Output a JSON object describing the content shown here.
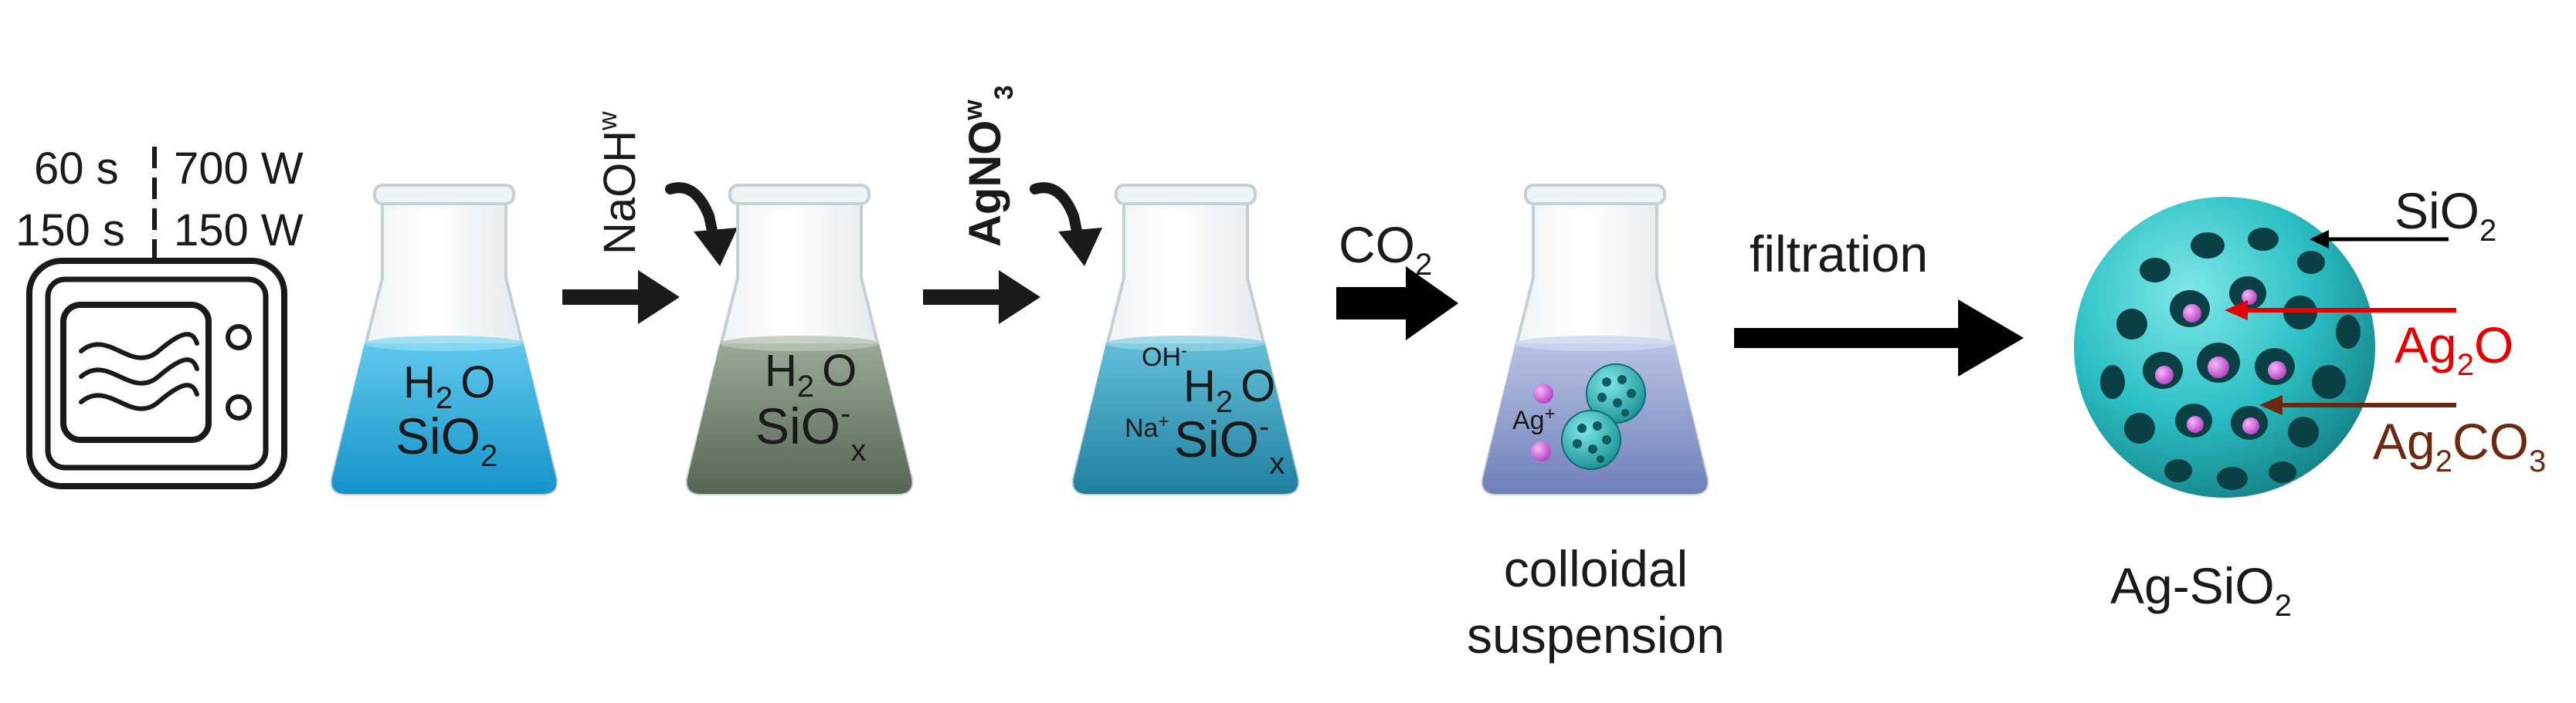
{
  "microwave": {
    "time_1": "60 s",
    "power_1": "700 W",
    "time_2": "150 s",
    "power_2": "150 W"
  },
  "flask_1": {
    "water": "H",
    "water_sub": "2",
    "water_o": "O",
    "species": "SiO",
    "species_sub": "2"
  },
  "reagent_1": {
    "base": "NaOH",
    "sup": "w"
  },
  "flask_2": {
    "water": "H",
    "water_sub": "2",
    "water_o": "O",
    "species": "SiO",
    "species_sup": "-",
    "species_sub": "x"
  },
  "reagent_2": {
    "base": "AgNO",
    "sup": "w",
    "sub": "3"
  },
  "flask_3": {
    "hydroxide": "OH",
    "hydroxide_sup": "-",
    "water": "H",
    "water_sub": "2",
    "water_o": "O",
    "sodium": "Na",
    "sodium_sup": "+",
    "species": "SiO",
    "species_sup": "-",
    "species_sub": "x"
  },
  "reagent_3": {
    "base": "CO",
    "sub": "2"
  },
  "flask_4": {
    "silver": "Ag",
    "silver_sup": "+",
    "caption_line1": "colloidal",
    "caption_line2": "suspension"
  },
  "step_4": {
    "label": "filtration"
  },
  "product": {
    "label_base": "Ag-SiO",
    "label_sub": "2",
    "callout_silica": "SiO",
    "callout_silica_sub": "2",
    "callout_oxide": "Ag",
    "callout_oxide_sub": "2",
    "callout_oxide_o": "O",
    "callout_carbonate": "Ag",
    "callout_carbonate_sub": "2",
    "callout_carbonate_co": "CO",
    "callout_carbonate_sub2": "3"
  },
  "colors": {
    "flask_blue": "#27a9d9",
    "flask_gray": "#7a8a78",
    "flask_teal": "#2e98b8",
    "flask_lavender": "#8f9ccf",
    "sphere": "#2fc2c6",
    "ag_particle": "#d65fe0",
    "arrow_oxide": "#e60000",
    "arrow_carbonate": "#6b2a10"
  }
}
